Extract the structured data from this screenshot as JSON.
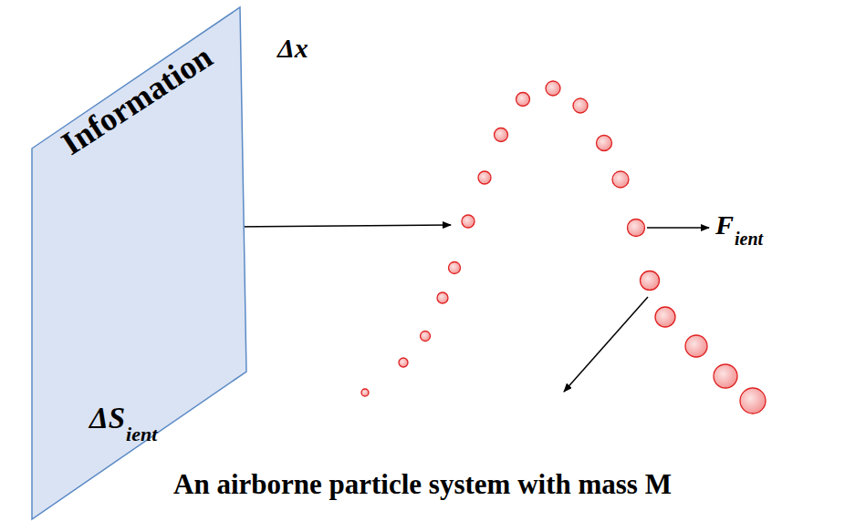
{
  "diagram": {
    "nodes": [
      {
        "text": [
          "Information",
          "ΔS",
          "ient"
        ]
      }
    ],
    "labels": [
      "Δx",
      "F",
      "ient",
      "An airborne particle system with mass M"
    ]
  }
}
